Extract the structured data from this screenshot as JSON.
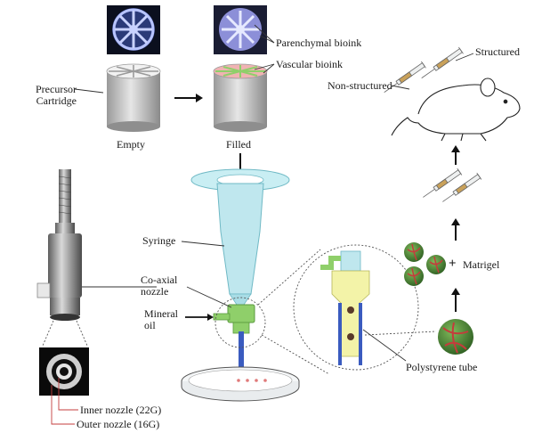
{
  "labels": {
    "precursor_cartridge": "Precursor\nCartridge",
    "empty": "Empty",
    "filled": "Filled",
    "parenchymal_bioink": "Parenchymal bioink",
    "vascular_bioink": "Vascular bioink",
    "structured": "Structured",
    "non_structured": "Non-structured",
    "syringe": "Syringe",
    "coaxial_nozzle": "Co-axial\nnozzle",
    "mineral_oil": "Mineral\noil",
    "matrigel": "Matrigel",
    "polystyrene_tube": "Polystyrene tube",
    "inner_nozzle": "Inner nozzle (22G)",
    "outer_nozzle": "Outer nozzle (16G)",
    "plus_sign": "+"
  },
  "colors": {
    "parenchymal": "#8c8fd8",
    "vascular": "#e07a7a",
    "syringe_body": "#bfe7ee",
    "nozzle_green": "#8fcf6a",
    "tube_blue": "#3a5bbf",
    "spheroid_green": "#3f7f2f",
    "spheroid_red": "#c43c3c"
  }
}
